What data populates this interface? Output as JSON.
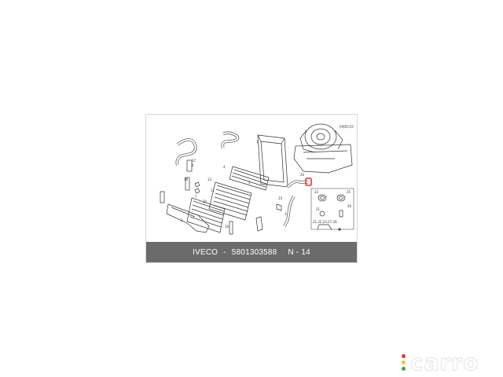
{
  "diagram": {
    "figure_code": "5400.02",
    "callouts": [
      "17",
      "6",
      "18",
      "4",
      "13",
      "11",
      "7",
      "10",
      "2",
      "10",
      "5",
      "1",
      "24",
      "20",
      "3",
      "22",
      "25",
      "26",
      "21",
      "21,22,23,27,28"
    ],
    "highlight_color": "#e53935"
  },
  "caption": {
    "brand": "IVECO",
    "separator": "-",
    "part_number": "5801303588",
    "position_label": "N - 14"
  },
  "logo": {
    "text": "carro",
    "dot_colors": [
      "#e53935",
      "#fbc02d",
      "#43a047"
    ]
  }
}
